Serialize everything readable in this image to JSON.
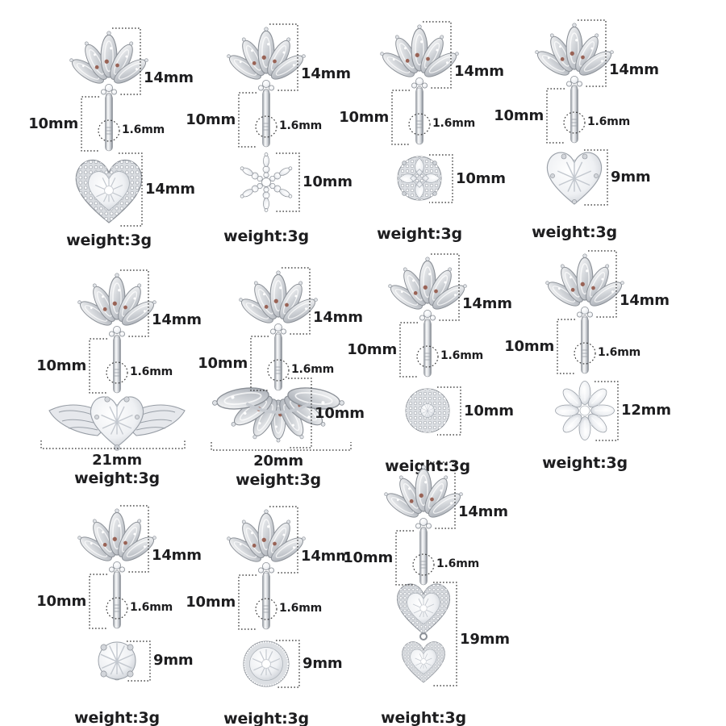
{
  "colors": {
    "background": "#ffffff",
    "text": "#1d1d1f",
    "annotation_line": "#2b2b2b",
    "metal_silver": "#c9ccd2",
    "crystal_white": "#f5f6f8",
    "warm_glint": "#8a4635"
  },
  "items": [
    {
      "name": "pave-halo-heart",
      "type": "heart-halo",
      "pendant_style": "pave halo heart crystal",
      "labels": {
        "top": "14mm",
        "bar": "10mm",
        "thread": "1.6mm",
        "pendant": "14mm",
        "weight": "weight:3g"
      }
    },
    {
      "name": "snowflake",
      "type": "snowflake",
      "pendant_style": "crystal snowflake",
      "labels": {
        "top": "14mm",
        "bar": "10mm",
        "thread": "1.6mm",
        "pendant": "10mm",
        "weight": "weight:3g"
      }
    },
    {
      "name": "quad-pave-ball",
      "type": "pave-ball",
      "pendant_style": "pave ball with four-stone cross",
      "labels": {
        "top": "14mm",
        "bar": "10mm",
        "thread": "1.6mm",
        "pendant": "10mm",
        "weight": "weight:3g"
      }
    },
    {
      "name": "heart-solitaire",
      "type": "heart-solitaire",
      "pendant_style": "prong-set heart crystal",
      "labels": {
        "top": "14mm",
        "bar": "10mm",
        "thread": "1.6mm",
        "pendant": "9mm",
        "weight": "weight:3g"
      }
    },
    {
      "name": "angel-wings-heart",
      "type": "wings",
      "pendant_style": "heart crystal with angel wings",
      "labels": {
        "top": "14mm",
        "bar": "10mm",
        "thread": "1.6mm",
        "width": "21mm",
        "weight": "weight:3g"
      }
    },
    {
      "name": "lotus-fan",
      "type": "lotus",
      "pendant_style": "marquise lotus fan",
      "labels": {
        "top": "14mm",
        "bar": "10mm",
        "thread": "1.6mm",
        "pendant": "10mm",
        "width": "20mm",
        "weight": "weight:3g"
      }
    },
    {
      "name": "pave-ball-gem",
      "type": "pave-ball2",
      "pendant_style": "pave ball with center gem",
      "labels": {
        "top": "14mm",
        "bar": "10mm",
        "thread": "1.6mm",
        "pendant": "10mm",
        "weight": "weight:3g"
      }
    },
    {
      "name": "crystal-flower",
      "type": "flower",
      "pendant_style": "eight-petal crystal flower",
      "labels": {
        "top": "14mm",
        "bar": "10mm",
        "thread": "1.6mm",
        "pendant": "12mm",
        "weight": "weight:3g"
      }
    },
    {
      "name": "round-solitaire",
      "type": "round-prong",
      "pendant_style": "prong-set round crystal",
      "labels": {
        "top": "14mm",
        "bar": "10mm",
        "thread": "1.6mm",
        "pendant": "9mm",
        "weight": "weight:3g"
      }
    },
    {
      "name": "round-halo",
      "type": "round-halo",
      "pendant_style": "milgrain halo round crystal",
      "labels": {
        "top": "14mm",
        "bar": "10mm",
        "thread": "1.6mm",
        "pendant": "9mm",
        "weight": "weight:3g"
      }
    },
    {
      "name": "double-heart-dangle",
      "type": "double-heart",
      "pendant_style": "double heart dangle",
      "labels": {
        "top": "14mm",
        "bar": "10mm",
        "thread": "1.6mm",
        "pendant": "19mm",
        "weight": "weight:3g"
      }
    }
  ]
}
